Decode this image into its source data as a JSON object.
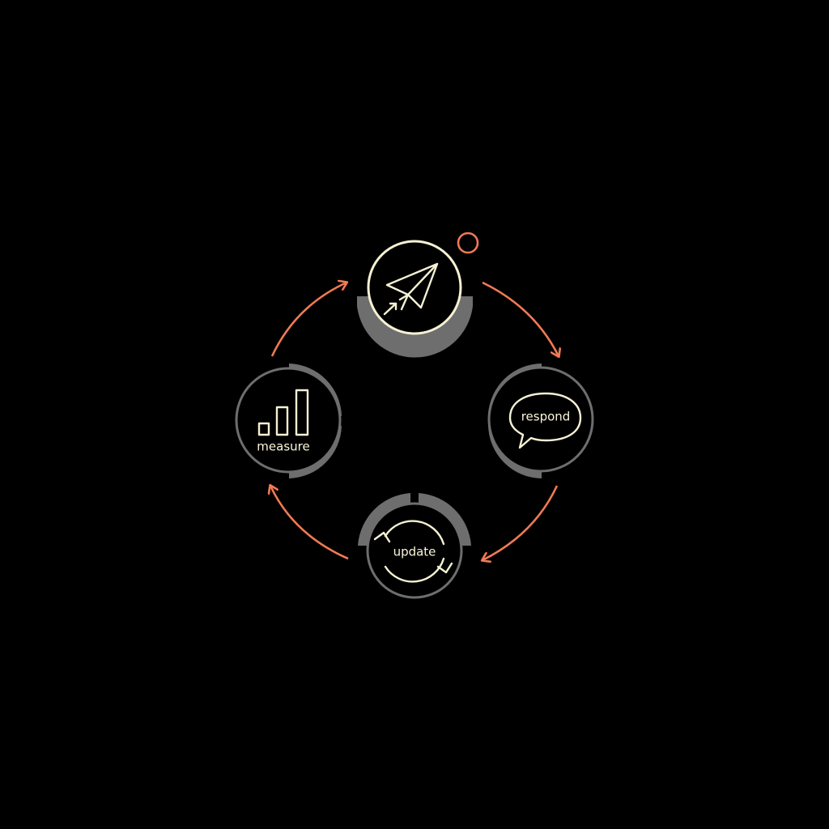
{
  "diagram": {
    "type": "cycle",
    "colors": {
      "background": "#000000",
      "arrow": "#f07a55",
      "ring": "#6e6e6e",
      "accent_ring": "#f5f1d3",
      "icon": "#f5f1d3"
    },
    "nodes": [
      {
        "id": "send",
        "label": "",
        "icon": "paper-plane-icon"
      },
      {
        "id": "respond",
        "label": "respond",
        "icon": "speech-bubble-icon"
      },
      {
        "id": "update",
        "label": "update",
        "icon": "refresh-cycle-icon"
      },
      {
        "id": "measure",
        "label": "measure",
        "icon": "bar-chart-icon"
      }
    ],
    "edges": [
      {
        "from": "send",
        "to": "respond"
      },
      {
        "from": "respond",
        "to": "update"
      },
      {
        "from": "update",
        "to": "measure"
      },
      {
        "from": "measure",
        "to": "send"
      }
    ]
  }
}
